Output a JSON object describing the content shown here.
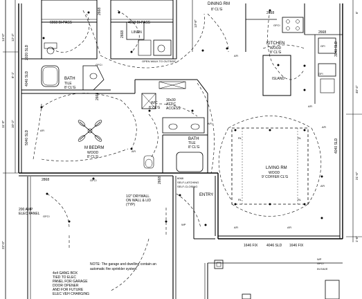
{
  "rooms": {
    "dining": {
      "name": "DINING RM",
      "sub": "8' CL'G"
    },
    "kitchen": {
      "name": "KITCHEN",
      "sub1": "WOOD",
      "sub2": "8' CL'G"
    },
    "island": "ISLAND",
    "bath1": {
      "name": "BATH",
      "sub1": "TILE",
      "sub2": "8' CL'G"
    },
    "linen": "LINEN",
    "mbedrm": {
      "name": "M BEDRM",
      "sub1": "WOOD",
      "sub2": "8' CL'G"
    },
    "wic": {
      "name": "W/C",
      "sub": "8' CL'G"
    },
    "attic": {
      "line1": "30x30",
      "line2": "ATTIC",
      "line3": "ACCESS"
    },
    "bath2": {
      "name": "BATH",
      "sub1": "TILE",
      "sub2": "8' CL'G"
    },
    "living": {
      "name": "LIVING RM",
      "sub1": "WOOD",
      "sub2": "9' COFFER CL'G"
    },
    "entry": "ENTRY"
  },
  "labels": {
    "door_bipass_left": "6068 BI-PASS",
    "door_bipass_right": "4068 BI-PASS",
    "door_2668_top": "2668",
    "door_2668_linen": "2668",
    "door_2668_kitchen": "2668",
    "door_2668_right": "2668",
    "door_2668_bath": "2668",
    "door_2868": "2868",
    "door_2668_bottom": "2668",
    "door_2020_sld": "2020 SLD",
    "door_4040_sld_left": "4040 SLD",
    "door_5040_sld": "5040 SLD",
    "door_3040_sld": "3040 SLD",
    "door_4040_sld_right": "4040 SLD",
    "door_6068_entry": "6068",
    "self_latching": "SELF-LATCHING",
    "self_closing": "SELF-CLOSING",
    "open_note": "OPEN WALK TO OUTSIDE",
    "fix_1646_left": "1646 FIX",
    "sld_4046": "4046 SLD",
    "fix_1646_right": "1646 FIX",
    "drywall": "1/2\" DRYWALL",
    "on_wall": "ON WALL & LID",
    "typ": "(TYP)",
    "elec_panel_1": "200 AMP",
    "elec_panel_2": "ELEC PANEL",
    "gfci": "GFCI",
    "gfi": "GFI",
    "afi": "AFI",
    "wp": "WP",
    "rl": "RL",
    "in_eave": "IN EAVE",
    "dim_12_3": "12'-3\"",
    "dim_14_0": "14'-0\"",
    "dim_13_8": "13'-8\"",
    "dim_45_4": "45'-4\"",
    "dim_21_6": "21'-6\"",
    "dim_6": "6'",
    "dim_8_left": "8'-1\"",
    "dim_10_left": "10'-2\"",
    "dim_11_9": "11'-9\"",
    "dim_22_0": "22'-0\"",
    "dim_1_6": "1'-6\""
  },
  "notes": {
    "sprinkler_1": "NOTE: The garage and dwelling contain an",
    "sprinkler_2": "automatic fire sprinkler system",
    "gang_box": [
      "4x4 GANG BOX",
      "TIED TO ELEC",
      "PANEL FOR GARAGE",
      "DOOR OPENER",
      "AND FOR FUTURE",
      "ELEC VEH CHARGING"
    ]
  }
}
